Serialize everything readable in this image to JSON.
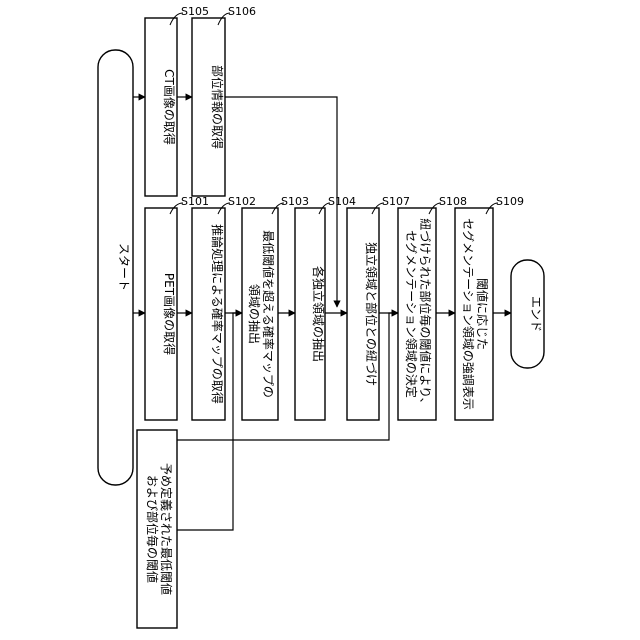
{
  "start": "スタート",
  "end": "エンド",
  "thresholds": {
    "line1": "予め定義された最低閾値",
    "line2": "および部位毎の閾値"
  },
  "steps": {
    "s101": {
      "id": "S101",
      "text": "PET画像の取得"
    },
    "s102": {
      "id": "S102",
      "text": "推論処理による確率マップの取得"
    },
    "s103": {
      "id": "S103",
      "line1": "最低閾値を超える確率マップの",
      "line2": "領域の抽出"
    },
    "s104": {
      "id": "S104",
      "text": "各独立領域の抽出"
    },
    "s105": {
      "id": "S105",
      "text": "CT画像の取得"
    },
    "s106": {
      "id": "S106",
      "text": "部位情報の取得"
    },
    "s107": {
      "id": "S107",
      "text": "独立領域と部位との紐づけ"
    },
    "s108": {
      "id": "S108",
      "line1": "紐づけられた部位毎の閾値により、",
      "line2": "セグメンテーション領域の決定"
    },
    "s109": {
      "id": "S109",
      "line1": "閾値に応じた",
      "line2": "セグメンテーション領域の強調表示"
    }
  }
}
